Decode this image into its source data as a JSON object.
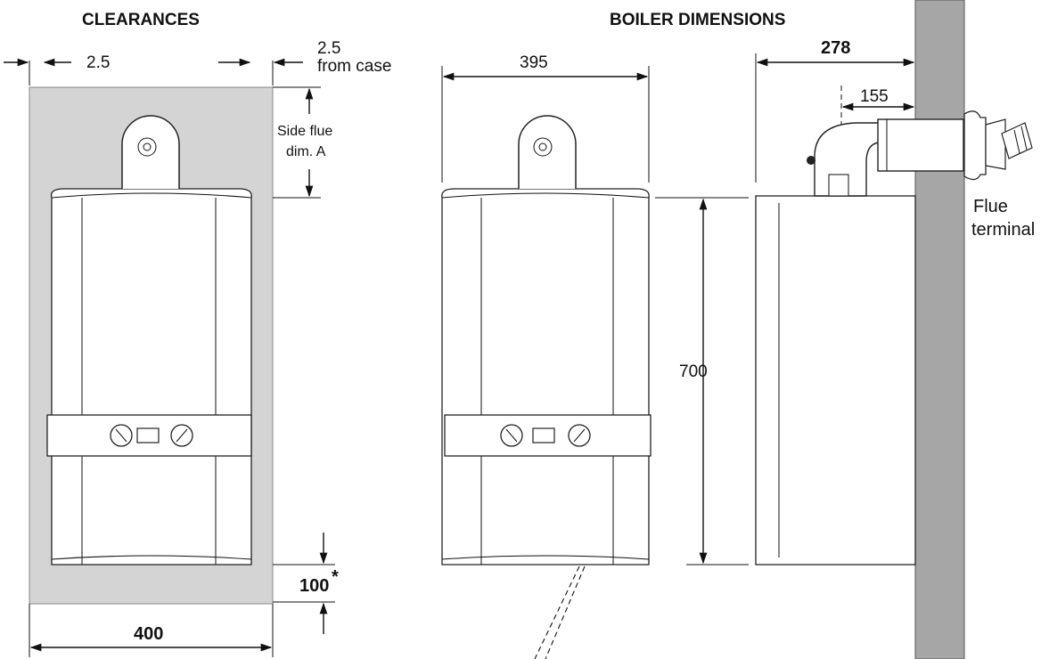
{
  "headings": {
    "left": "CLEARANCES",
    "right": "BOILER DIMENSIONS"
  },
  "clearances": {
    "side_left": "2.5",
    "side_right_line1": "2.5",
    "side_right_line2": "from case",
    "top_line1": "Side flue",
    "top_line2": "dim. A",
    "bottom": "100",
    "bottom_mark": "*",
    "width": "400"
  },
  "dimensions": {
    "width": "395",
    "height": "700",
    "depth": "278",
    "flue_offset": "155",
    "terminal_line1": "Flue",
    "terminal_line2": "terminal"
  },
  "colors": {
    "clearance_zone": "#d4d4d4",
    "wall": "#a6a6a6",
    "line": "#111111"
  }
}
